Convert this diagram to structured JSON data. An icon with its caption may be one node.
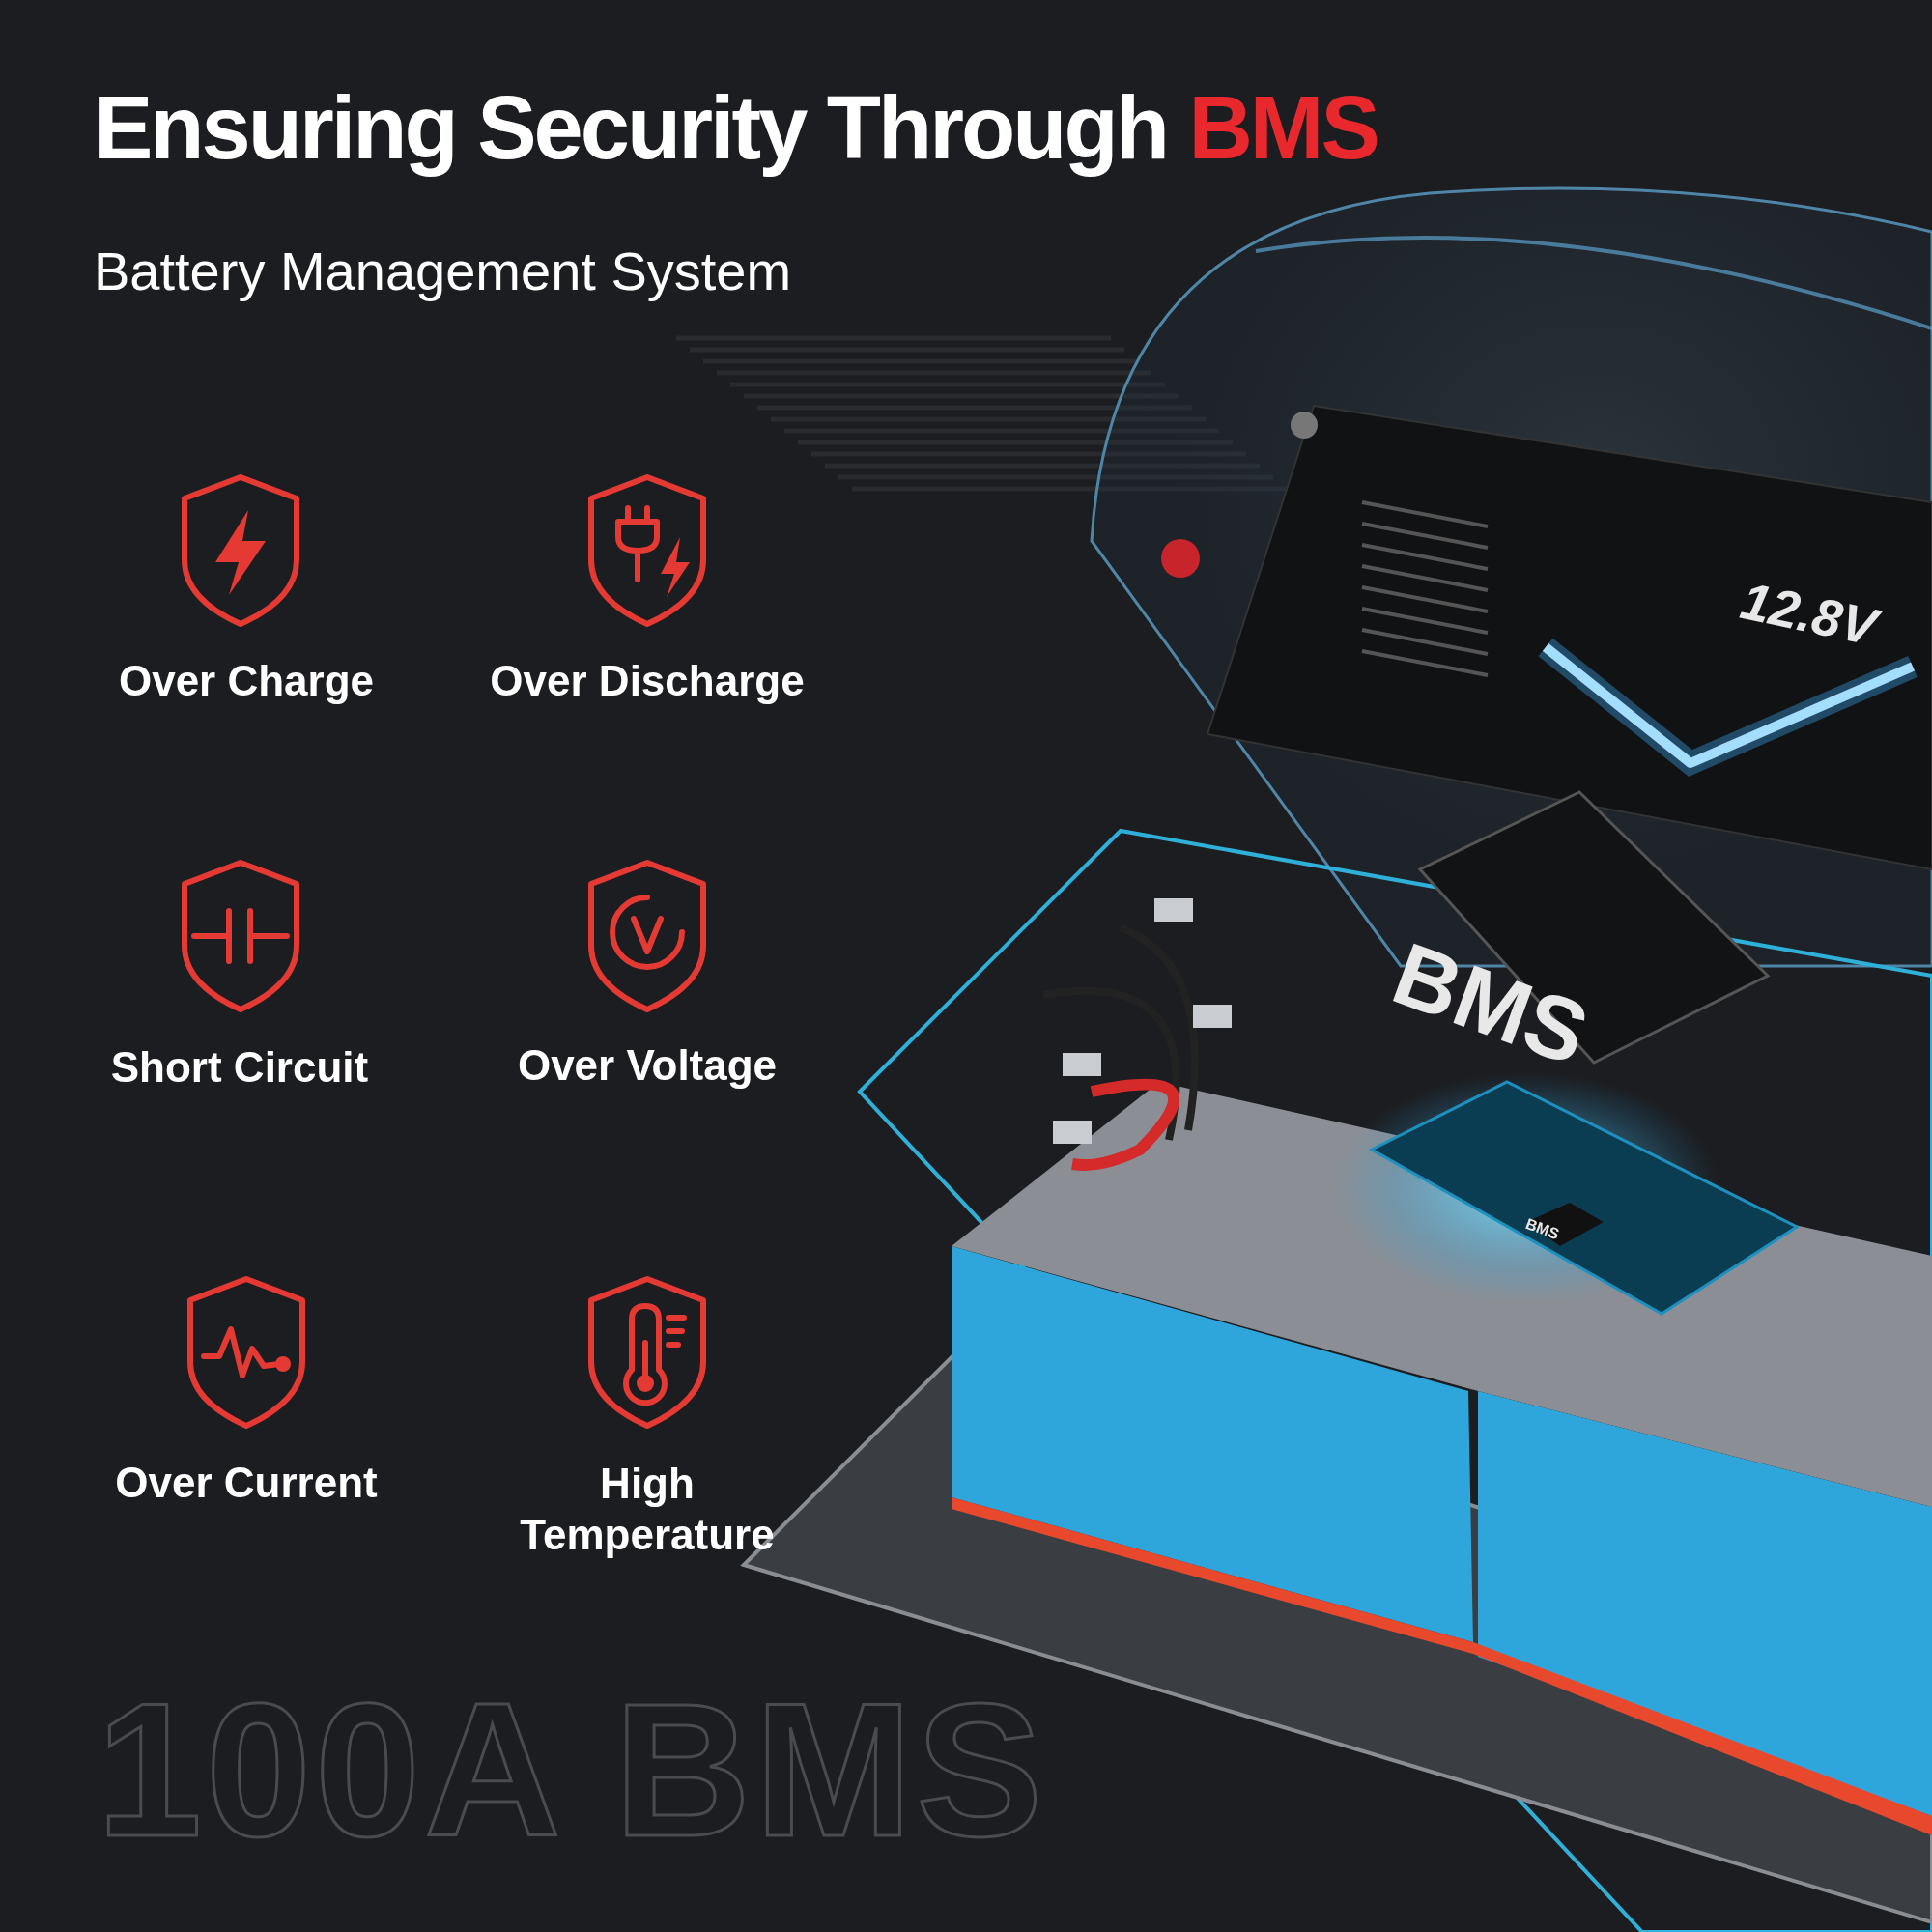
{
  "diagram": {
    "title": "Ensuring Security Through BMS",
    "labels": [
      "Battery Management System",
      "Over Charge",
      "Over Discharge",
      "12.8V",
      "Short Circuit",
      "Over Voltage",
      "BMS",
      "BMS",
      "Over Current",
      "High Temperature",
      "100A BMS"
    ]
  }
}
